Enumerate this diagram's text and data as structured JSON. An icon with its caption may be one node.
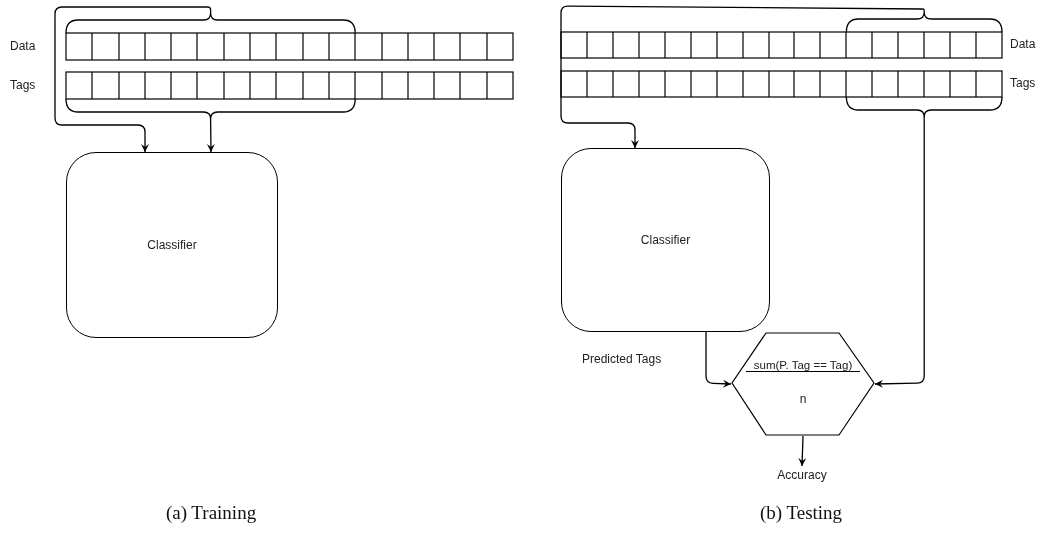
{
  "diagram": {
    "nodes": [
      {
        "text": [
          "Data"
        ]
      },
      {
        "text": [
          "Tags"
        ]
      },
      {
        "text": [
          "Classifier"
        ]
      },
      {
        "text": [
          "Data"
        ]
      },
      {
        "text": [
          "Tags"
        ]
      },
      {
        "text": [
          "Classifier"
        ]
      },
      {
        "text": [
          "sum(P. Tag == Tag)",
          "n"
        ]
      },
      {
        "text": [
          "Accuracy"
        ]
      }
    ],
    "edges": [
      {
        "from": 0,
        "to": 2,
        "arrow": "to"
      },
      {
        "from": 1,
        "to": 2,
        "arrow": "to"
      },
      {
        "from": 3,
        "to": 5,
        "arrow": "to"
      },
      {
        "from": 4,
        "to": 6,
        "arrow": "to"
      },
      {
        "from": 5,
        "to": 6,
        "arrow": "to",
        "label": "Predicted Tags"
      },
      {
        "from": 6,
        "to": 7,
        "arrow": "to"
      }
    ],
    "labels": [
      "(a) Training",
      "(b) Testing"
    ]
  }
}
